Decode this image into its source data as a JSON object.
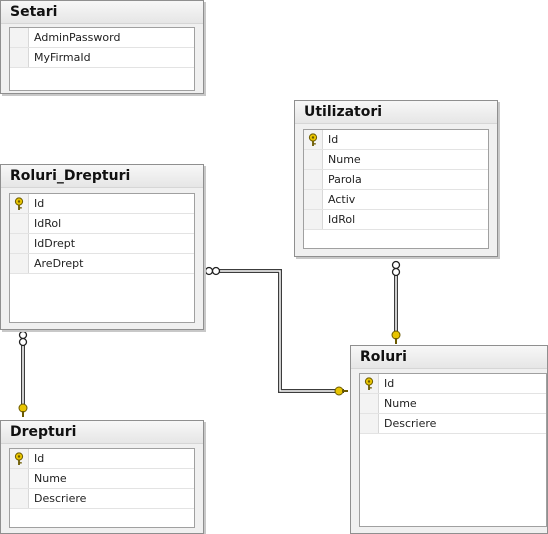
{
  "tables": {
    "setari": {
      "title": "Setari",
      "columns": [
        "AdminPassword",
        "MyFirmaId"
      ]
    },
    "utilizatori": {
      "title": "Utilizatori",
      "columns": [
        "Id",
        "Nume",
        "Parola",
        "Activ",
        "IdRol"
      ]
    },
    "roluri_drepturi": {
      "title": "Roluri_Drepturi",
      "columns": [
        "Id",
        "IdRol",
        "IdDrept",
        "AreDrept"
      ]
    },
    "roluri": {
      "title": "Roluri",
      "columns": [
        "Id",
        "Nume",
        "Descriere"
      ]
    },
    "drepturi": {
      "title": "Drepturi",
      "columns": [
        "Id",
        "Nume",
        "Descriere"
      ]
    }
  },
  "primary_key_column": "Id",
  "colors": {
    "key_icon": "#e8c400",
    "line": "#404040"
  }
}
